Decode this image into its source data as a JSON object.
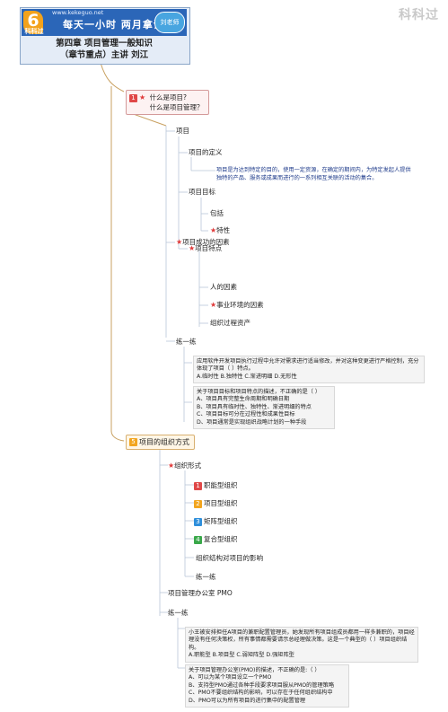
{
  "watermark": "科科过",
  "header": {
    "site": "www.kekeguo.net",
    "logo_mark": "6",
    "logo_name": "科科过",
    "slogan": "每天一小时   两月拿证",
    "badge": "刘老师",
    "title": "第四章 项目管理一般知识",
    "subtitle": "（章节重点）主讲 刘江"
  },
  "colors": {
    "banner": "#2b66b8",
    "accent": "#e03a3a",
    "number1": "#e04848",
    "number3": "#2f8fdb",
    "number4": "#3aa84a",
    "number5": "#f2a51f",
    "connector": "#c8a060"
  },
  "nodes": {
    "n1_num": "1",
    "n1_line1": "什么是项目?",
    "n1_line2": "什么是项目管理？",
    "xiangmu": "项目",
    "dingyi": "项目的定义",
    "definition": "项目是为达到特定的目的，使用一定资源，在确定的期间内，为特定发起人提供独特的产品、服务或成果而进行的一系列相互关联的活动的集合。",
    "mubiao": "项目目标",
    "baoluo": "包括",
    "texing": "特性",
    "tedian": "项目特点",
    "chenggong": "项目成功的因素",
    "ren": "人的因素",
    "shiye": "事业环境的因素",
    "zuzhi_zichan": "组织过程资产",
    "lianyilian1": "练一练",
    "q1": "应用软件开发项目执行过程中允许对需求进行适当修改，并对这种变更进行严格控制，充分体现了项目（ ）特点。\nA.临时性 B.独特性 C.渐进明细 D.无形性",
    "q2": "关于项目目标和项目特点的描述，不正确的是（  ）\nA、项目具有完整生命周期和明确日期\nB、项目具有临时性、独特性、渐进明细的特点\nC、项目目标可分在过程性和成果性目标\nD、项目通常是实现组织战略计划的一种手段",
    "n5_num": "5",
    "n5_label": "项目的组织方式",
    "zuzhixingshi": "组织形式",
    "o1_num": "1",
    "o1": "职能型组织",
    "o2_num": "2",
    "o2": "项目型组织",
    "o3_num": "3",
    "o3": "矩阵型组织",
    "o4_num": "4",
    "o4": "复合型组织",
    "jiegou": "组织结构对项目的影响",
    "lianyilian2": "练一练",
    "pmo": "项目管理办公室  PMO",
    "lianyilian3": "练一练",
    "q3": "小王被安排担任A项目的兼职配置管理员，她发现所有项目组成员都用一样多兼职的，项目经理没有任何决策权，所有事情都需要请示总经理做决策。这是一个典型的（  ）项目组织结构。\nA.职能型 B.项目型 C.弱矩阵型 D.强矩阵型",
    "q4": "关于项目管理办公室(PMO)的描述，不正确的是:（  ）\nA、可以为某个项目设立一个PMO\nB、支持型PMO通过各种手段要求项目服从PMO的管理策略\nC、PMO不要组织结构的影响，可以存在于任何组织结构中\nD、PMO可以为所有项目的进行集中的配置管理"
  }
}
